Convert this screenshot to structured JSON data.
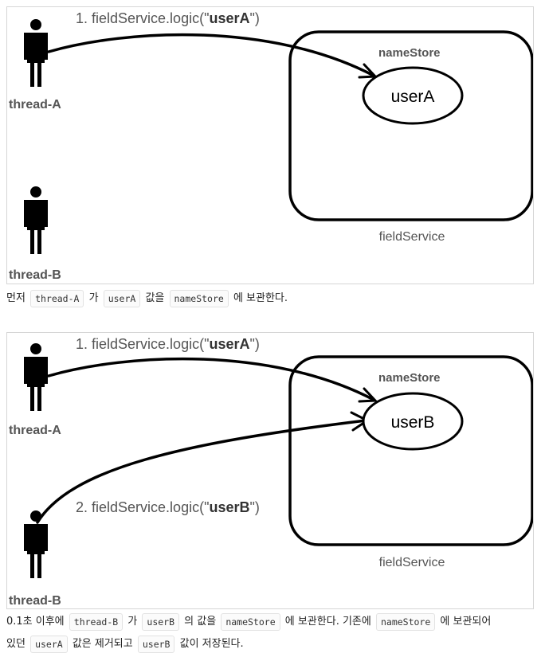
{
  "diagram1": {
    "call_label_prefix": "1. fieldService.logic(\"",
    "call_label_arg": "userA",
    "call_label_suffix": "\")",
    "thread_a_label": "thread-A",
    "thread_b_label": "thread-B",
    "store_label": "nameStore",
    "store_value": "userA",
    "service_label": "fieldService"
  },
  "caption1": {
    "t1": "먼저 ",
    "c1": "thread-A",
    "t2": " 가 ",
    "c2": "userA",
    "t3": " 값을 ",
    "c3": "nameStore",
    "t4": " 에 보관한다."
  },
  "diagram2": {
    "call_a_prefix": "1. fieldService.logic(\"",
    "call_a_arg": "userA",
    "call_a_suffix": "\")",
    "call_b_prefix": "2. fieldService.logic(\"",
    "call_b_arg": "userB",
    "call_b_suffix": "\")",
    "thread_a_label": "thread-A",
    "thread_b_label": "thread-B",
    "store_label": "nameStore",
    "store_value": "userB",
    "service_label": "fieldService"
  },
  "caption2": {
    "t1": "0.1초 이후에 ",
    "c1": "thread-B",
    "t2": " 가 ",
    "c2": "userB",
    "t3": " 의 값을 ",
    "c3": "nameStore",
    "t4": " 에 보관한다. 기존에 ",
    "c4": "nameStore",
    "t5": " 에 보관되어"
  },
  "caption3": {
    "t1": "있던 ",
    "c1": "userA",
    "t2": " 값은 제거되고 ",
    "c2": "userB",
    "t3": " 값이 저장된다."
  },
  "colors": {
    "ink": "#000000",
    "muted": "#555555",
    "border": "#d6d6d6"
  },
  "icons": {
    "person": "person-icon"
  }
}
